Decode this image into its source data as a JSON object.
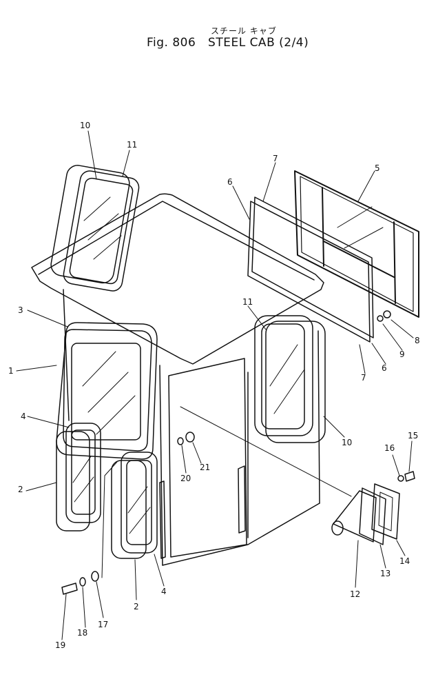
{
  "header": {
    "title_jp": "スチール キャブ",
    "fig_label": "Fig. 806",
    "title": "STEEL CAB (2/4)"
  },
  "callouts": [
    {
      "label": "10"
    },
    {
      "label": "11"
    },
    {
      "label": "7"
    },
    {
      "label": "6"
    },
    {
      "label": "5"
    },
    {
      "label": "3"
    },
    {
      "label": "1"
    },
    {
      "label": "11"
    },
    {
      "label": "8"
    },
    {
      "label": "9"
    },
    {
      "label": "6"
    },
    {
      "label": "7"
    },
    {
      "label": "4"
    },
    {
      "label": "10"
    },
    {
      "label": "20"
    },
    {
      "label": "21"
    },
    {
      "label": "16"
    },
    {
      "label": "15"
    },
    {
      "label": "2"
    },
    {
      "label": "2"
    },
    {
      "label": "4"
    },
    {
      "label": "17"
    },
    {
      "label": "18"
    },
    {
      "label": "19"
    },
    {
      "label": "12"
    },
    {
      "label": "13"
    },
    {
      "label": "14"
    }
  ]
}
